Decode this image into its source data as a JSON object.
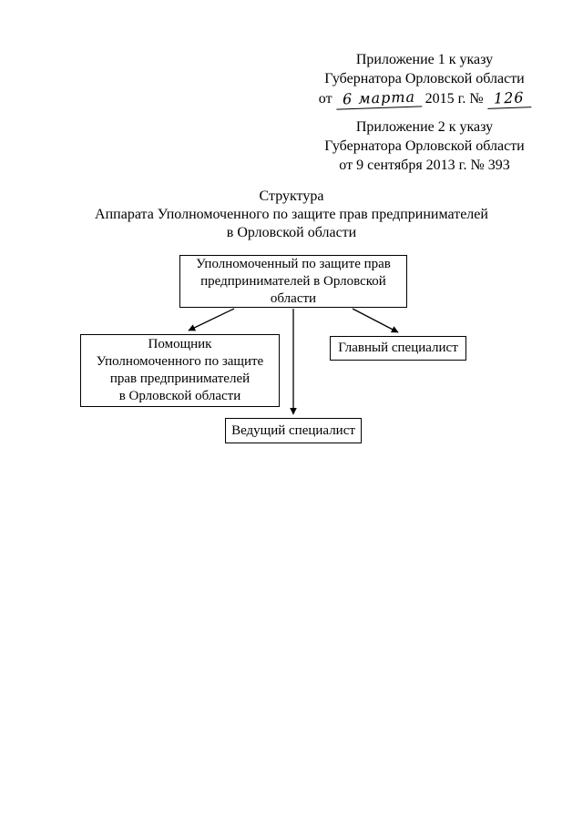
{
  "appendix1": {
    "line1": "Приложение 1 к указу",
    "line2": "Губернатора Орловской области",
    "prefix": "от",
    "handwritten_date": "6 марта",
    "middle": "2015 г. №",
    "handwritten_number": "126"
  },
  "appendix2": {
    "line1": "Приложение 2 к указу",
    "line2": "Губернатора Орловской области",
    "line3": "от 9 сентября 2013 г. № 393"
  },
  "title": {
    "line1": "Структура",
    "line2": "Аппарата Уполномоченного по защите прав предпринимателей",
    "line3": "в Орловской области"
  },
  "chart": {
    "root": {
      "lines": [
        "Уполномоченный по защите прав",
        "предпринимателей в Орловской",
        "области"
      ]
    },
    "assistant": {
      "lines": [
        "Помощник",
        "Уполномоченного по защите",
        "прав предпринимателей",
        "в Орловской области"
      ]
    },
    "chief_specialist": {
      "lines": [
        "Главный специалист"
      ]
    },
    "leading_specialist": {
      "lines": [
        "Ведущий специалист"
      ]
    }
  },
  "colors": {
    "ink": "#000000",
    "paper": "#ffffff"
  }
}
